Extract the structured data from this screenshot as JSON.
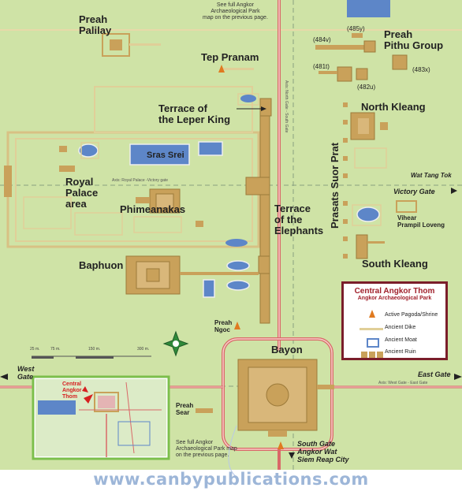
{
  "labels": {
    "preah_palilay": "Preah\nPalilay",
    "tep_pranam": "Tep Pranam",
    "preah_pithu": "Preah\nPithu Group",
    "terrace_leper": "Terrace of\nthe Leper King",
    "north_kleang": "North Kleang",
    "sras_srei": "Sras Srei",
    "royal_palace": "Royal\nPalace\narea",
    "phimeanakas": "Phimeanakas",
    "terrace_elephants": "Terrace\nof the\nElephants",
    "prasats_suor_prat": "Prasats Suor Prat",
    "wat_tang_tok": "Wat Tang Tok",
    "victory_gate": "Victory Gate",
    "vihear_prampil": "Vihear\nPrampil Loveng",
    "south_kleang": "South Kleang",
    "baphuon": "Baphuon",
    "preah_ngoc": "Preah\nNgoc",
    "bayon": "Bayon",
    "west_gate": "West\nGate",
    "east_gate": "East Gate",
    "preah_sear": "Preah\nSear",
    "south_gate": "South Gate\nAngkor Wat\nSiem Reap City",
    "central_angkor_thom_inset": "Central\nAngkor\nThom",
    "see_full_top": "See full Angkor\nArchaeological Park\nmap on the previous page.",
    "see_full_bottom": "See full Angkor\nArchaeological Park map\non the previous page.",
    "axis_north_gate": "Axis: North Gate - South Gate",
    "axis_royal_palace": "Axis: Royal Palace -Victory gate",
    "axis_west_east": "Axis: West Gate - East Gate",
    "code_485y": "(485y)",
    "code_484v": "(484v)",
    "code_481t": "(481t)",
    "code_482u": "(482u)",
    "code_483x": "(483x)"
  },
  "scale": [
    "25 m.",
    "75 m.",
    "150 m.",
    "300 m."
  ],
  "legend": {
    "title": "Central Angkor Thom",
    "subtitle": "Angkor Archaeological Park",
    "items": [
      "Active Pagoda/Shrine",
      "Ancient Dike",
      "Ancient Moat",
      "Ancient Ruin"
    ]
  },
  "footer": "www.canbypublications.com",
  "colors": {
    "land": "#cfe3a6",
    "ruin": "#c9a15a",
    "water": "#5d86c8",
    "road": "#d96868",
    "legend_border": "#7a1e2a"
  }
}
